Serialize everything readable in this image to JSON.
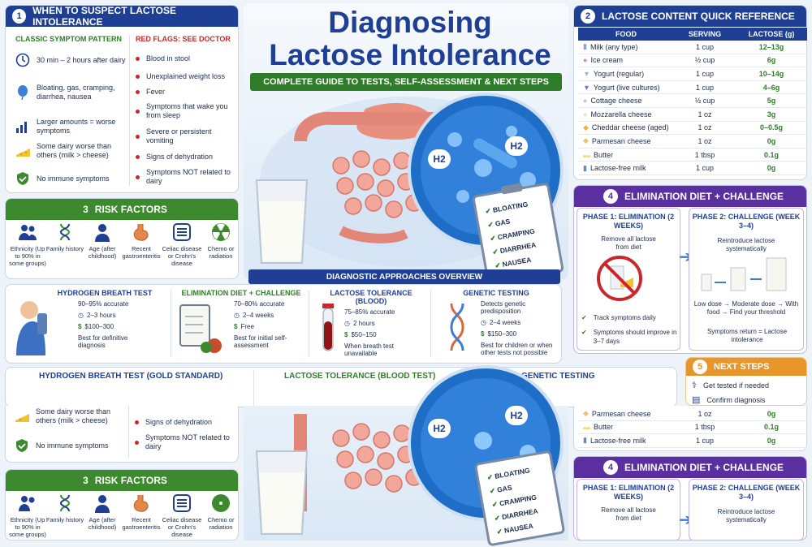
{
  "title": {
    "line1": "Diagnosing",
    "line2": "Lactose Intolerance"
  },
  "banner": "COMPLETE GUIDE TO TESTS, SELF-ASSESSMENT & NEXT STEPS",
  "section1": {
    "num": "1",
    "title": "WHEN TO SUSPECT LACTOSE INTOLERANCE",
    "classic_title": "CLASSIC SYMPTOM PATTERN",
    "classic": [
      {
        "icon": "clock-icon",
        "text": "30 min – 2 hours after dairy"
      },
      {
        "icon": "balloon-icon",
        "text": "Bloating, gas, cramping, diarrhea, nausea"
      },
      {
        "icon": "bar-chart-icon",
        "text": "Larger amounts = worse symptoms"
      },
      {
        "icon": "cheese-icon",
        "text": "Some dairy worse than others (milk > cheese)"
      },
      {
        "icon": "shield-check-icon",
        "text": "No immune symptoms"
      }
    ],
    "redflags_title": "RED FLAGS: SEE DOCTOR",
    "redflags": [
      "Blood in stool",
      "Unexplained weight loss",
      "Fever",
      "Symptoms that wake you from sleep",
      "Severe or persistent vomiting",
      "Signs of dehydration",
      "Symptoms NOT related to dairy"
    ]
  },
  "section3": {
    "num": "3",
    "title": "RISK FACTORS",
    "items": [
      {
        "icon": "people-icon",
        "label": "Ethnicity (Up to 90% in some groups)"
      },
      {
        "icon": "dna-icon",
        "label": "Family history"
      },
      {
        "icon": "person-icon",
        "label": "Age (after childhood)"
      },
      {
        "icon": "stomach-icon",
        "label": "Recent gastroenteritis"
      },
      {
        "icon": "intestine-icon",
        "label": "Celiac disease or Crohn's disease"
      },
      {
        "icon": "radiation-icon",
        "label": "Chemo or radiation"
      }
    ]
  },
  "diagnostic_title": "DIAGNOSTIC APPROACHES OVERVIEW",
  "diagnostics": [
    {
      "name": "HYDROGEN BREATH TEST",
      "accuracy": "90–95% accurate",
      "time": "2–3 hours",
      "cost": "$100–300",
      "note": "Best for definitive diagnosis"
    },
    {
      "name": "ELIMINATION DIET + CHALLENGE",
      "accuracy": "70–80% accurate",
      "time": "2–4 weeks",
      "cost": "Free",
      "note": "Best for initial self-assessment"
    },
    {
      "name": "LACTOSE TOLERANCE (BLOOD)",
      "accuracy": "75–85% accurate",
      "time": "2 hours",
      "cost": "$50–150",
      "note": "When breath test unavailable"
    },
    {
      "name": "GENETIC TESTING",
      "accuracy": "Detects genetic predisposition",
      "time": "2–4 weeks",
      "cost": "$150–300",
      "note": "Best for children or when other tests not possible"
    }
  ],
  "bottom_headers": [
    "HYDROGEN BREATH TEST (GOLD STANDARD)",
    "LACTOSE TOLERANCE (BLOOD TEST)",
    "GENETIC TESTING"
  ],
  "section2": {
    "num": "2",
    "title": "LACTOSE CONTENT QUICK REFERENCE",
    "headers": [
      "FOOD",
      "SERVING",
      "LACTOSE (g)"
    ],
    "rows": [
      [
        "Milk (any type)",
        "1 cup",
        "12–13g"
      ],
      [
        "Ice cream",
        "½ cup",
        "6g"
      ],
      [
        "Yogurt (regular)",
        "1 cup",
        "10–14g"
      ],
      [
        "Yogurt (live cultures)",
        "1 cup",
        "4–6g"
      ],
      [
        "Cottage cheese",
        "½ cup",
        "5g"
      ],
      [
        "Mozzarella cheese",
        "1 oz",
        "3g"
      ],
      [
        "Cheddar cheese (aged)",
        "1 oz",
        "0–0.5g"
      ],
      [
        "Parmesan cheese",
        "1 oz",
        "0g"
      ],
      [
        "Butter",
        "1 tbsp",
        "0.1g"
      ],
      [
        "Lactose-free milk",
        "1 cup",
        "0g"
      ]
    ]
  },
  "section4": {
    "num": "4",
    "title": "ELIMINATION DIET + CHALLENGE",
    "phase1_title": "PHASE 1: ELIMINATION (2 WEEKS)",
    "phase1_text": "Remove all lactose from diet",
    "phase1_checks": [
      "Track symptoms daily",
      "Symptoms should improve in 3–7 days"
    ],
    "phase2_title": "PHASE 2: CHALLENGE (WEEK 3–4)",
    "phase2_text": "Reintroduce lactose systematically",
    "phase2_steps": "Low dose → Moderate dose → With food → Find your threshold",
    "phase2_result": "Symptoms return = Lactose intolerance"
  },
  "section5": {
    "num": "5",
    "title": "NEXT STEPS",
    "items": [
      "Get tested if needed",
      "Confirm diagnosis"
    ]
  },
  "clipboard": [
    "BLOATING",
    "GAS",
    "CRAMPING",
    "DIARRHEA",
    "NAUSEA"
  ],
  "h2": "H2",
  "dup_redflags": [
    "Signs of dehydration",
    "Symptoms NOT related to dairy"
  ],
  "dup_classic": [
    {
      "text": "Some dairy worse than others (milk > cheese)"
    },
    {
      "text": "No immune symptoms"
    }
  ],
  "dup_table": [
    [
      "Parmesan cheese",
      "1 oz",
      "0g"
    ],
    [
      "Butter",
      "1 tbsp",
      "0.1g"
    ],
    [
      "Lactose-free milk",
      "1 cup",
      "0g"
    ]
  ],
  "colors": {
    "navy": "#1f3f95",
    "green": "#3c8a2d",
    "purple": "#5a2fa0",
    "orange": "#e8962a",
    "red": "#c8282d"
  }
}
